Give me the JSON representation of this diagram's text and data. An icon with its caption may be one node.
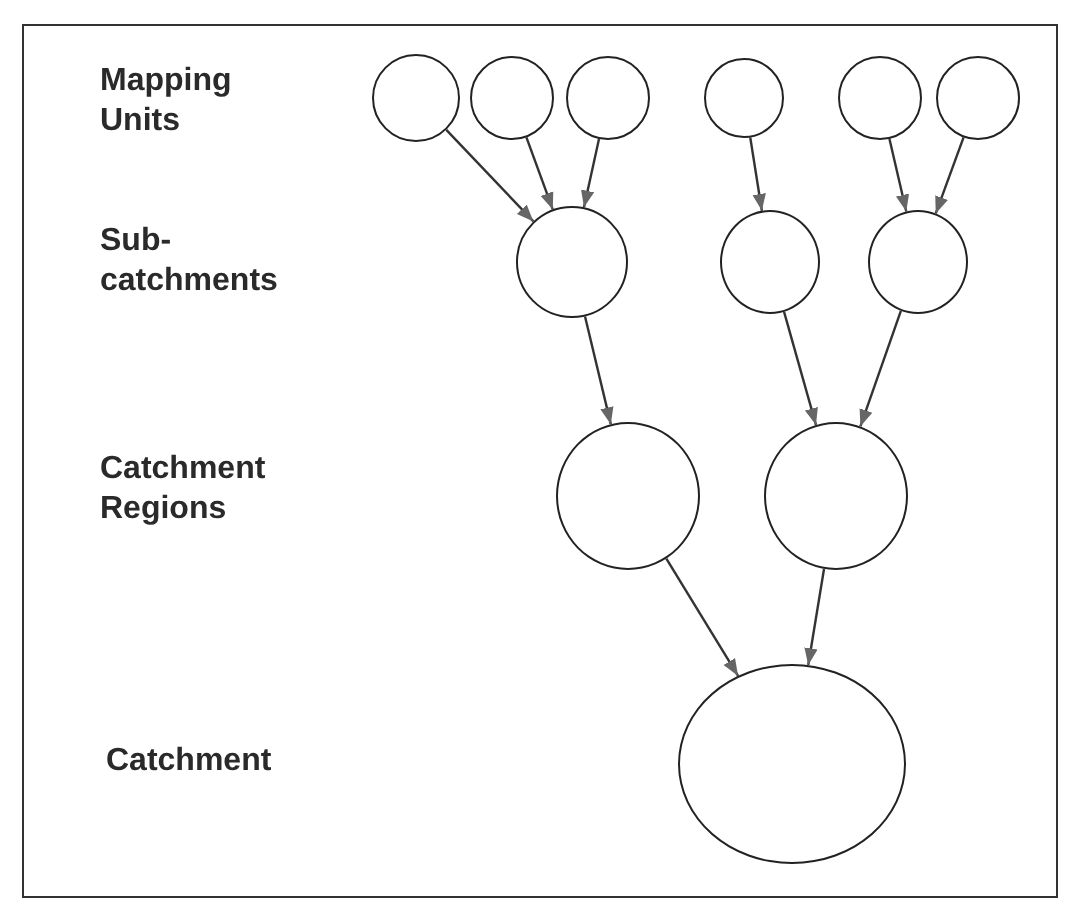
{
  "diagram": {
    "nodes": [
      {
        "text": [],
        "shape": "circle"
      },
      {
        "text": [],
        "shape": "circle"
      },
      {
        "text": [],
        "shape": "circle"
      },
      {
        "text": [],
        "shape": "circle"
      },
      {
        "text": [],
        "shape": "circle"
      },
      {
        "text": [],
        "shape": "circle"
      },
      {
        "text": [],
        "shape": "circle"
      },
      {
        "text": [],
        "shape": "circle"
      },
      {
        "text": [],
        "shape": "circle"
      },
      {
        "text": [],
        "shape": "circle"
      },
      {
        "text": [],
        "shape": "circle"
      },
      {
        "text": [],
        "shape": "circle"
      }
    ],
    "edges": [
      {
        "from": 0,
        "to": 6,
        "arrow": "to"
      },
      {
        "from": 1,
        "to": 6,
        "arrow": "to"
      },
      {
        "from": 2,
        "to": 6,
        "arrow": "to"
      },
      {
        "from": 3,
        "to": 7,
        "arrow": "to"
      },
      {
        "from": 4,
        "to": 8,
        "arrow": "to"
      },
      {
        "from": 5,
        "to": 8,
        "arrow": "to"
      },
      {
        "from": 6,
        "to": 9,
        "arrow": "to"
      },
      {
        "from": 7,
        "to": 10,
        "arrow": "to"
      },
      {
        "from": 8,
        "to": 10,
        "arrow": "to"
      },
      {
        "from": 9,
        "to": 11,
        "arrow": "to"
      },
      {
        "from": 10,
        "to": 11,
        "arrow": "to"
      }
    ],
    "labels": [
      "Mapping Units",
      "Sub-catchments",
      "Catchment Regions",
      "Catchment"
    ]
  }
}
